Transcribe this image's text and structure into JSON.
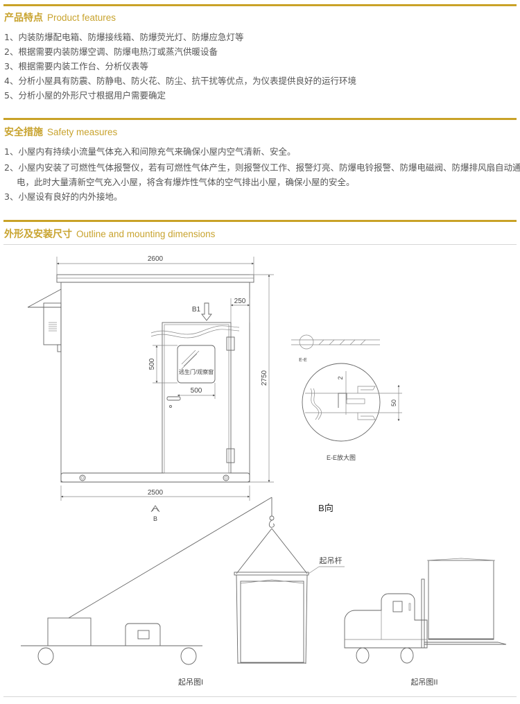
{
  "sections": {
    "features": {
      "title_cn": "产品特点",
      "title_en": "Product features",
      "items": [
        "1、内装防爆配电箱、防爆接线箱、防爆荧光灯、防爆应急灯等",
        "2、根据需要内装防爆空调、防爆电热汀或蒸汽供暖设备",
        "3、根据需要内装工作台、分析仪表等",
        "4、分析小屋具有防震、防静电、防火花、防尘、抗干扰等优点，为仪表提供良好的运行环境",
        "5、分析小屋的外形尺寸根据用户需要确定"
      ]
    },
    "safety": {
      "title_cn": "安全措施",
      "title_en": "Safety measures",
      "items": [
        "1、小屋内有持续小流量气体充入和间隙充气来确保小屋内空气清新、安全。",
        "2、小屋内安装了可燃性气体报警仪，若有可燃性气体产生，则报警仪工作、报警灯亮、防爆电铃报警、防爆电磁阀、防爆排风扇自动通",
        "电，此时大量清新空气充入小屋，将含有爆炸性气体的空气排出小屋，确保小屋的安全。",
        "3、小屋设有良好的内外接地。"
      ]
    },
    "dimensions": {
      "title_cn": "外形及安装尺寸",
      "title_en": "Outline and mounting dimensions"
    }
  },
  "drawing": {
    "dim_top": "2600",
    "dim_bottom": "2500",
    "dim_height": "2750",
    "dim_offset": "250",
    "dim_window_h": "500",
    "dim_window_w": "500",
    "arrow_b1": "B1",
    "window_label": "逃生门/观察窗",
    "view_b": "B",
    "section_ee": "E-E",
    "detail_gap": "2",
    "detail_h": "50",
    "detail_label": "E-E放大图",
    "view_b_label": "B向",
    "lift_bar_label": "起吊杆",
    "lift_fig1": "起吊图I",
    "lift_fig2": "起吊图II"
  },
  "colors": {
    "accent": "#c9a227",
    "text": "#555555"
  }
}
